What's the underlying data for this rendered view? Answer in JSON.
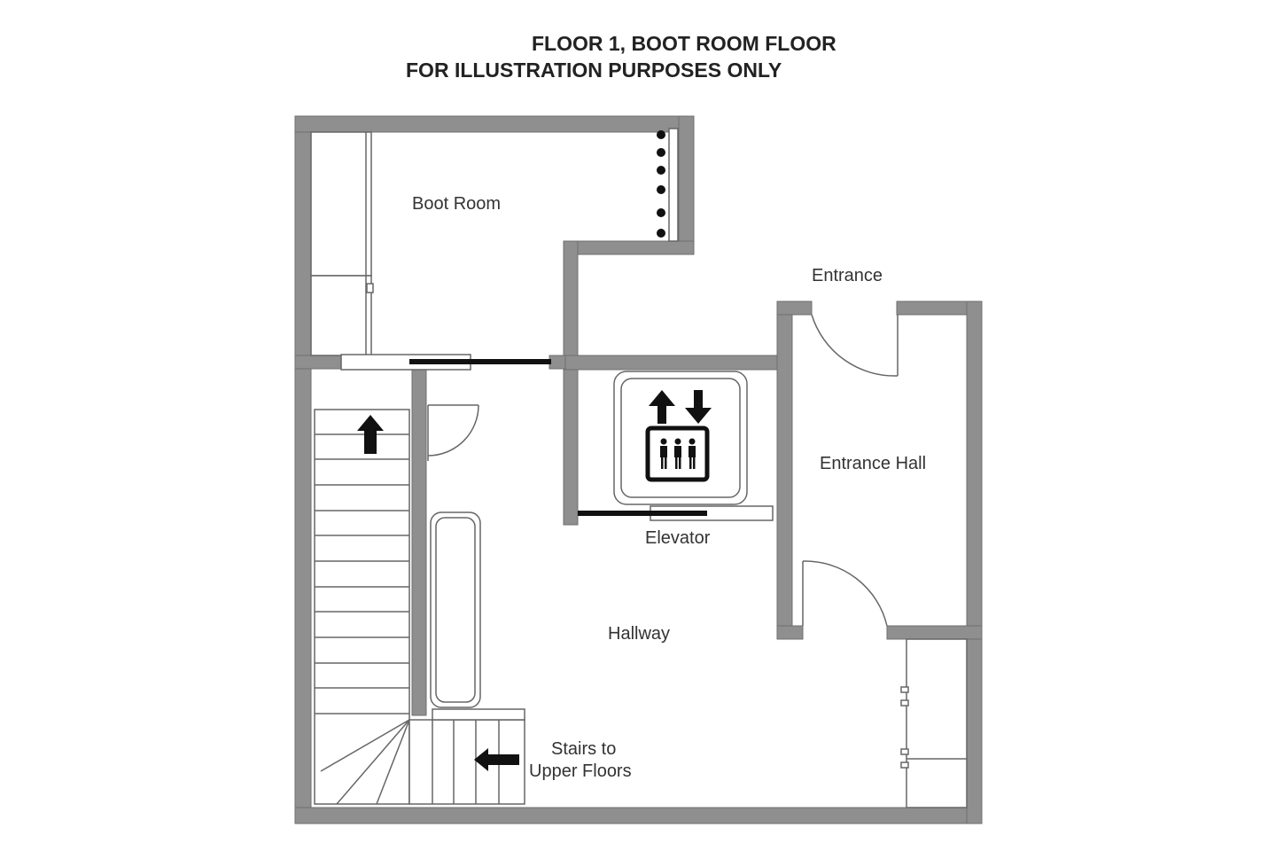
{
  "title": {
    "line1": "FLOOR 1, BOOT ROOM FLOOR",
    "line2": "FOR ILLUSTRATION PURPOSES ONLY"
  },
  "rooms": {
    "boot_room": "Boot Room",
    "entrance": "Entrance",
    "entrance_hall": "Entrance Hall",
    "elevator": "Elevator",
    "hallway": "Hallway",
    "stairs_line1": "Stairs to",
    "stairs_line2": "Upper Floors"
  },
  "colors": {
    "wall": "#8f8f8f",
    "line": "#666666",
    "icon": "#111111"
  },
  "icons": [
    "elevator-icon",
    "up-arrow-icon",
    "left-arrow-icon"
  ]
}
